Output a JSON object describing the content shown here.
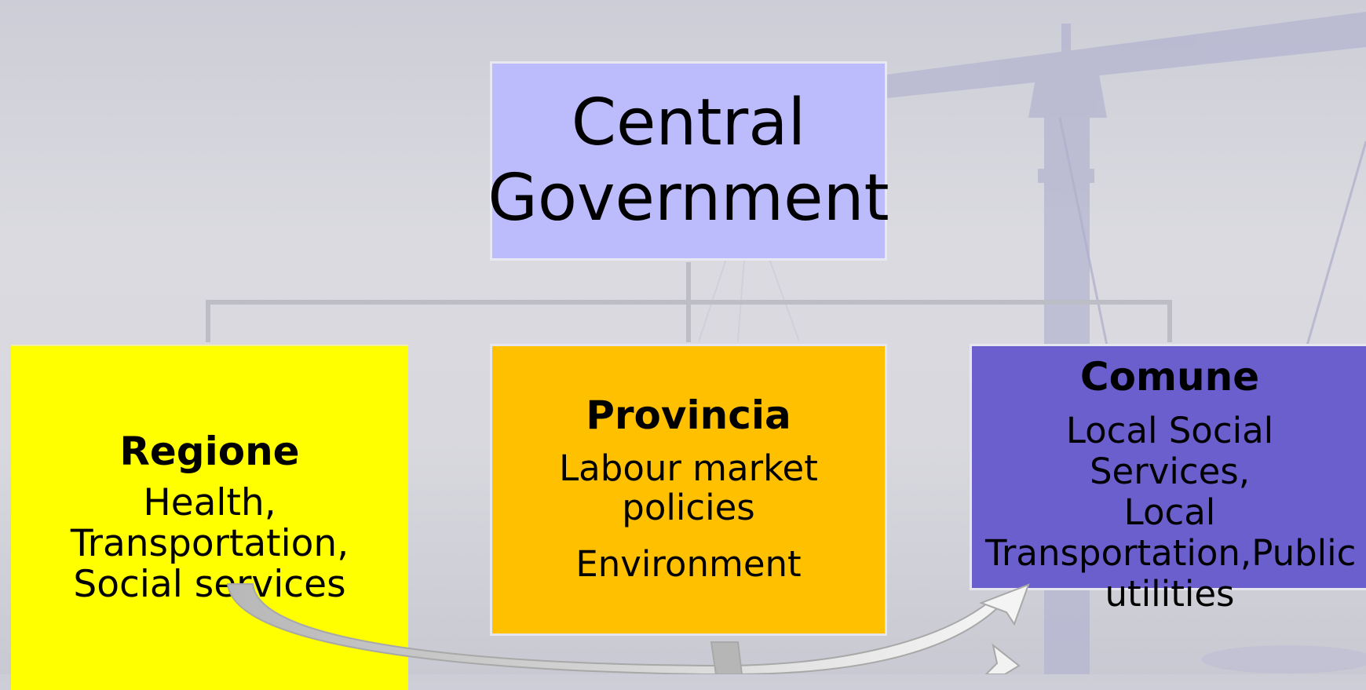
{
  "central": {
    "line1": "Central",
    "line2": "Government"
  },
  "regione": {
    "title": "Regione",
    "line1": "Health, Transportation,",
    "line2": "Social services"
  },
  "provincia": {
    "title": "Provincia",
    "line1": "Labour market policies",
    "line2": "Environment"
  },
  "comune": {
    "title": "Comune",
    "line1": "Local Social Services,",
    "line2": "Local",
    "line3": "Transportation,Public",
    "line4": "utilities"
  },
  "colors": {
    "central": "#bcbcfc",
    "regione": "#ffff00",
    "provincia": "#ffc000",
    "comune": "#6a5fcc",
    "connector": "#bdbdc5"
  },
  "icons": [
    "balance-scale-watermark",
    "curved-arrow",
    "tree-connector"
  ]
}
